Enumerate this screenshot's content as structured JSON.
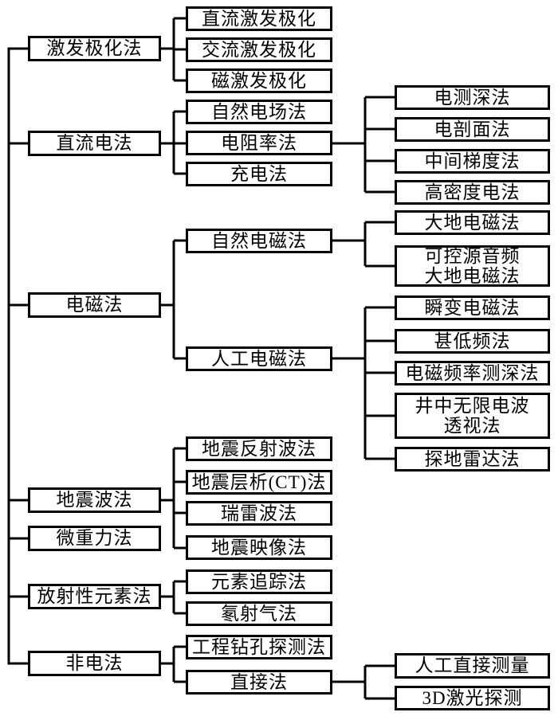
{
  "diagram": {
    "type": "tree",
    "direction": "left-to-right"
  },
  "colors": {
    "line": "#000000",
    "box_border": "#000000",
    "background": "#ffffff",
    "text": "#000000"
  },
  "tree": [
    {
      "label": "激发极化法",
      "children": [
        {
          "label": "直流激发极化"
        },
        {
          "label": "交流激发极化"
        },
        {
          "label": "磁激发极化"
        }
      ]
    },
    {
      "label": "直流电法",
      "children": [
        {
          "label": "自然电场法"
        },
        {
          "label": "电阻率法",
          "children": [
            {
              "label": "电测深法"
            },
            {
              "label": "电剖面法"
            },
            {
              "label": "中间梯度法"
            },
            {
              "label": "高密度电法"
            }
          ]
        },
        {
          "label": "充电法"
        }
      ]
    },
    {
      "label": "电磁法",
      "children": [
        {
          "label": "自然电磁法",
          "children": [
            {
              "label": "大地电磁法"
            },
            {
              "label": "可控源音频\n大地电磁法"
            }
          ]
        },
        {
          "label": "人工电磁法",
          "children": [
            {
              "label": "瞬变电磁法"
            },
            {
              "label": "甚低频法"
            },
            {
              "label": "电磁频率测深法"
            },
            {
              "label": "井中无限电波\n透视法"
            },
            {
              "label": "探地雷达法"
            }
          ]
        }
      ]
    },
    {
      "label": "地震波法",
      "children": [
        {
          "label": "地震反射波法"
        },
        {
          "label": "地震层析(CT)法"
        },
        {
          "label": "瑞雷波法"
        },
        {
          "label": "地震映像法"
        }
      ]
    },
    {
      "label": "微重力法"
    },
    {
      "label": "放射性元素法",
      "children": [
        {
          "label": "元素追踪法"
        },
        {
          "label": "氡射气法"
        }
      ]
    },
    {
      "label": "非电法",
      "children": [
        {
          "label": "工程钻孔探测法"
        },
        {
          "label": "直接法",
          "children": [
            {
              "label": "人工直接测量"
            },
            {
              "label": "3D激光探测"
            }
          ]
        }
      ]
    }
  ]
}
